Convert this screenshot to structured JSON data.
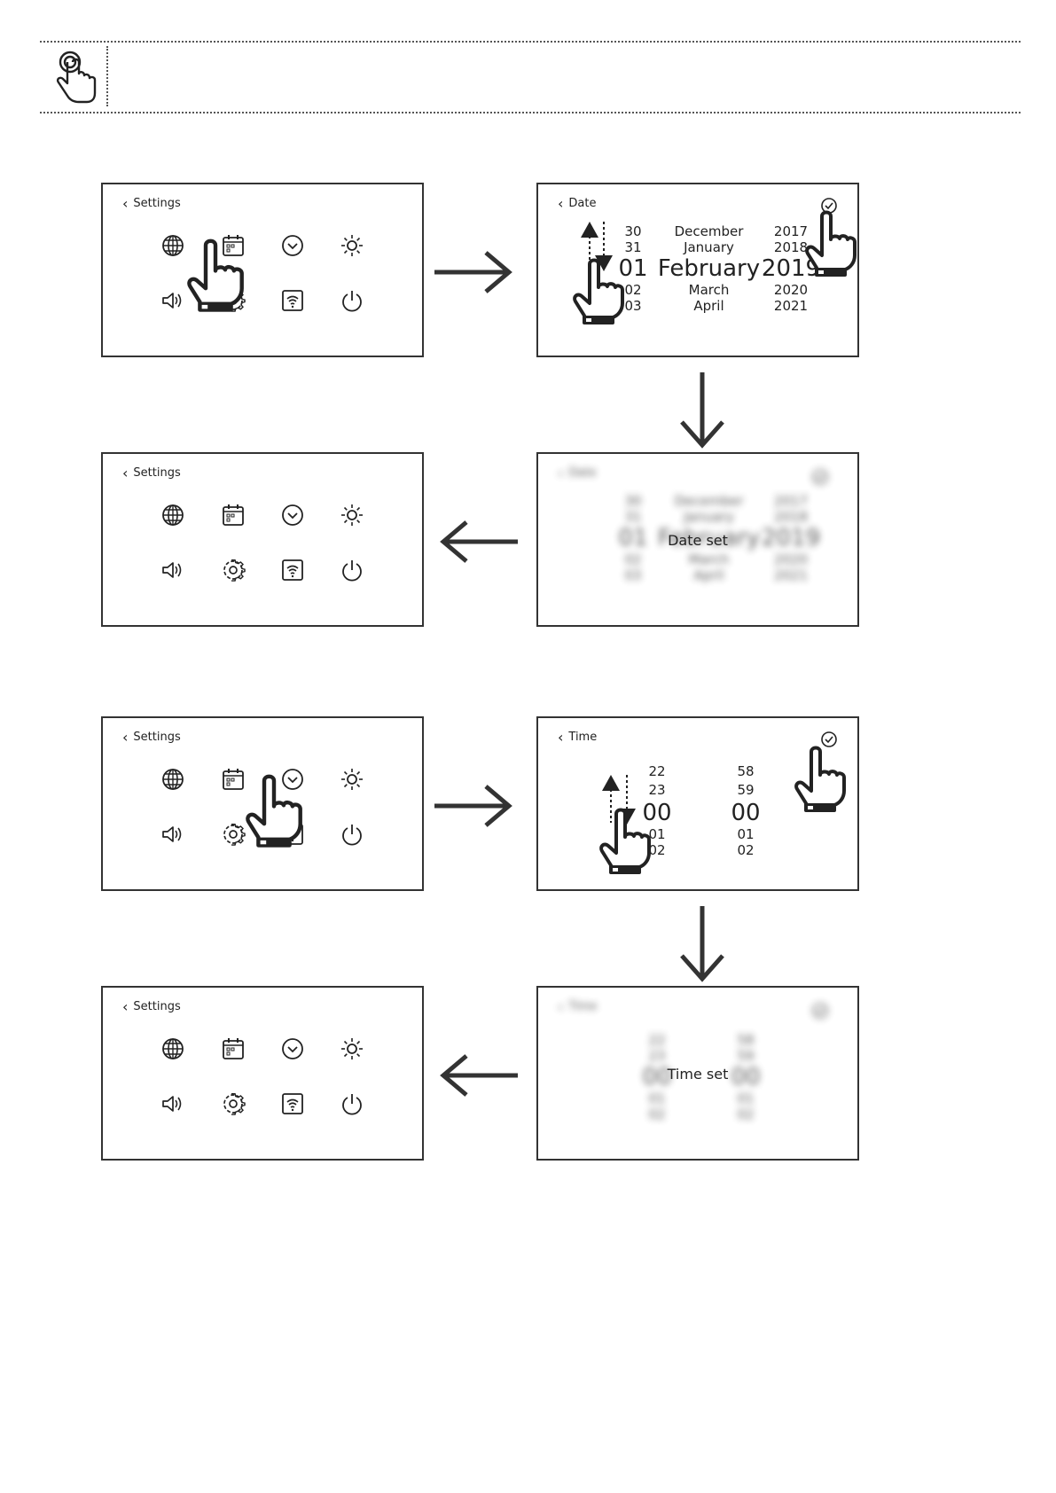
{
  "settings_screens": [
    {
      "header": "Settings"
    },
    {
      "header": "Settings"
    },
    {
      "header": "Settings"
    },
    {
      "header": "Settings"
    }
  ],
  "date_screen": {
    "header": "Date",
    "days": [
      "30",
      "31",
      "01",
      "02",
      "03"
    ],
    "months": [
      "December",
      "January",
      "February",
      "March",
      "April"
    ],
    "years": [
      "2017",
      "2018",
      "2019",
      "2020",
      "2021"
    ]
  },
  "date_set_screen": {
    "header": "Date",
    "message": "Date set",
    "days": [
      "30",
      "31",
      "01",
      "02",
      "03"
    ],
    "months": [
      "December",
      "January",
      "February",
      "March",
      "April"
    ],
    "years": [
      "2017",
      "2018",
      "2019",
      "2020",
      "2021"
    ]
  },
  "time_screen": {
    "header": "Time",
    "hours": [
      "22",
      "23",
      "00",
      "01",
      "02"
    ],
    "minutes": [
      "58",
      "59",
      "00",
      "01",
      "02"
    ]
  },
  "time_set_screen": {
    "header": "Time",
    "message": "Time set",
    "hours": [
      "22",
      "23",
      "00",
      "01",
      "02"
    ],
    "minutes": [
      "58",
      "59",
      "00",
      "01",
      "02"
    ]
  },
  "icons": [
    "globe-icon",
    "calendar-icon",
    "clock-icon",
    "brightness-icon",
    "speaker-icon",
    "gear-icon",
    "wifi-icon",
    "power-icon"
  ]
}
